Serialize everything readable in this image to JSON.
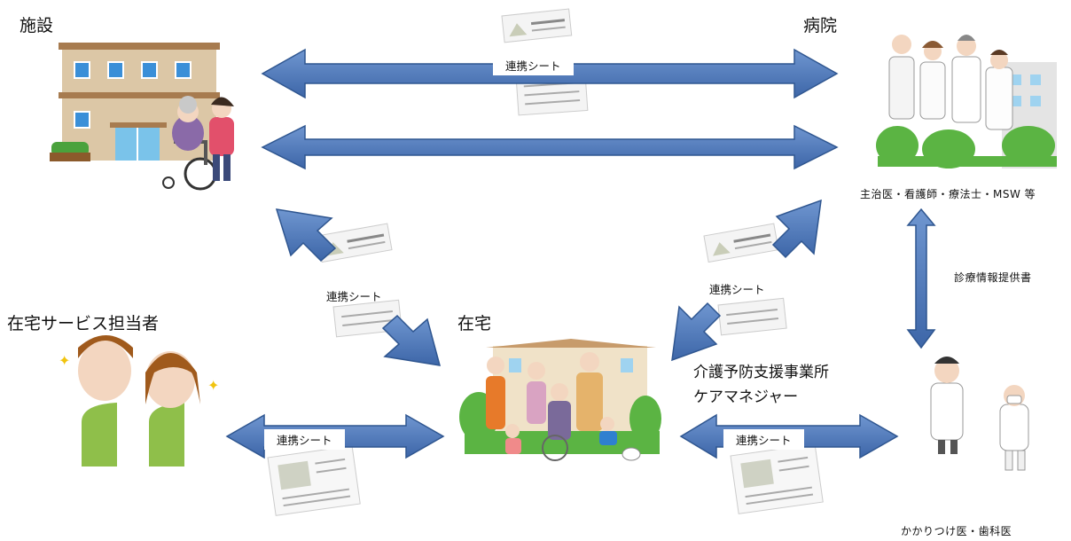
{
  "nodes": {
    "facility": "施設",
    "hospital": "病院",
    "home_service": "在宅サービス担当者",
    "home": "在宅",
    "care_office_line1": "介護予防支援事業所",
    "care_office_line2": "ケアマネジャー"
  },
  "notes": {
    "hospital_staff": "主治医・看護師・療法士・MSW 等",
    "doctor_info": "診療情報提供書",
    "family_doctor": "かかりつけ医・歯科医"
  },
  "sheet_label": "連携シート",
  "colors": {
    "arrow": "#4a74b3",
    "arrow_edge": "#2f5690"
  }
}
